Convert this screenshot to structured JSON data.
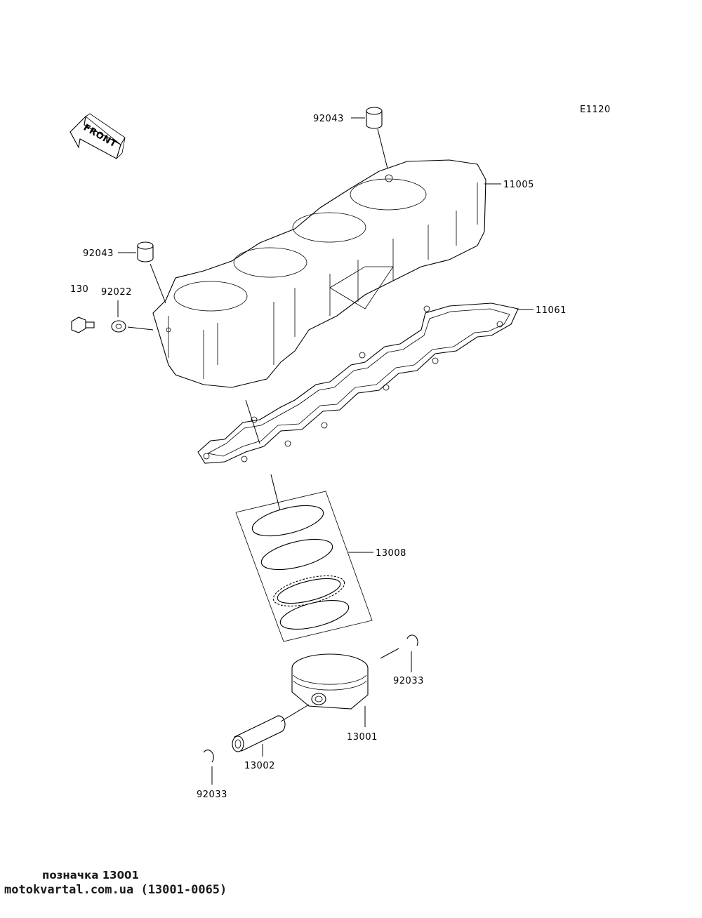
{
  "diagram": {
    "code": "E1120",
    "front_label": "FRONT",
    "parts": [
      {
        "id": "p-92043-top",
        "number": "92043"
      },
      {
        "id": "p-11005",
        "number": "11005"
      },
      {
        "id": "p-92043-left",
        "number": "92043"
      },
      {
        "id": "p-130",
        "number": "130"
      },
      {
        "id": "p-92022",
        "number": "92022"
      },
      {
        "id": "p-11061",
        "number": "11061"
      },
      {
        "id": "p-13008",
        "number": "13008"
      },
      {
        "id": "p-92033-right",
        "number": "92033"
      },
      {
        "id": "p-13001",
        "number": "13001"
      },
      {
        "id": "p-13002",
        "number": "13002"
      },
      {
        "id": "p-92033-left",
        "number": "92033"
      }
    ]
  },
  "footer": {
    "caption": "позначка 13001",
    "source": "motokvartal.com.ua (13001-0065)"
  }
}
